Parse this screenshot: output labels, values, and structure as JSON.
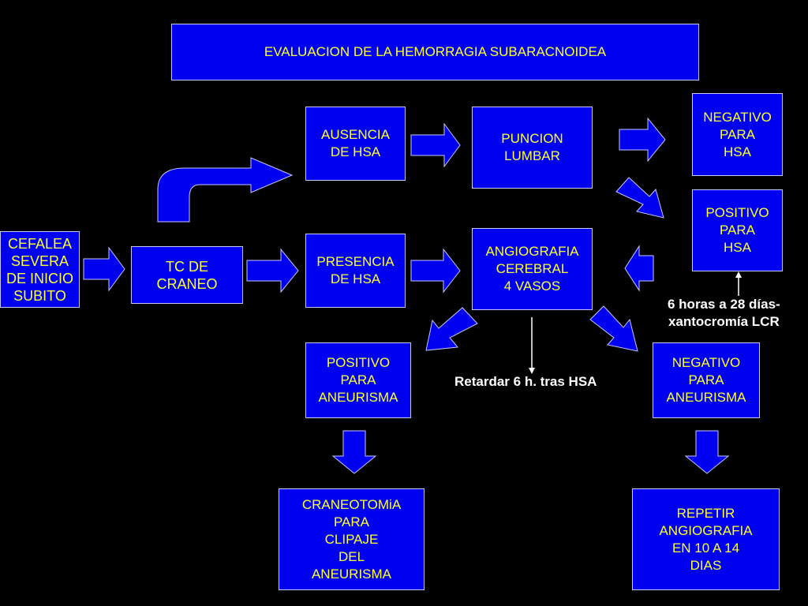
{
  "title": "EVALUACION DE LA HEMORRAGIA SUBARACNOIDEA",
  "nodes": {
    "cefalea": "CEFALEA\nSEVERA\nDE INICIO\nSUBITO",
    "tc": "TC DE\nCRANEO",
    "ausencia": "AUSENCIA\nDE HSA",
    "presencia": "PRESENCIA\nDE HSA",
    "puncion": "PUNCION\nLUMBAR",
    "angiografia": "ANGIOGRAFIA\nCEREBRAL\n4 VASOS",
    "negativo_hsa": "NEGATIVO\nPARA\nHSA",
    "positivo_hsa": "POSITIVO\nPARA\nHSA",
    "positivo_aneurisma": "POSITIVO\nPARA\nANEURISMA",
    "negativo_aneurisma": "NEGATIVO\nPARA\nANEURISMA",
    "craneotomia": "CRANEOTOMiA\nPARA\nCLIPAJE\nDEL\nANEURISMA",
    "repetir": "REPETIR\nANGIOGRAFIA\nEN 10 A 14\nDIAS"
  },
  "notes": {
    "retardar": "Retardar 6 h. tras HSA",
    "xantocromia": "6 horas a 28 días-\nxantocromía LCR"
  },
  "colors": {
    "background": "#000000",
    "box_fill": "#0000f0",
    "box_text": "#ffff33",
    "note_text": "#ffffff"
  }
}
